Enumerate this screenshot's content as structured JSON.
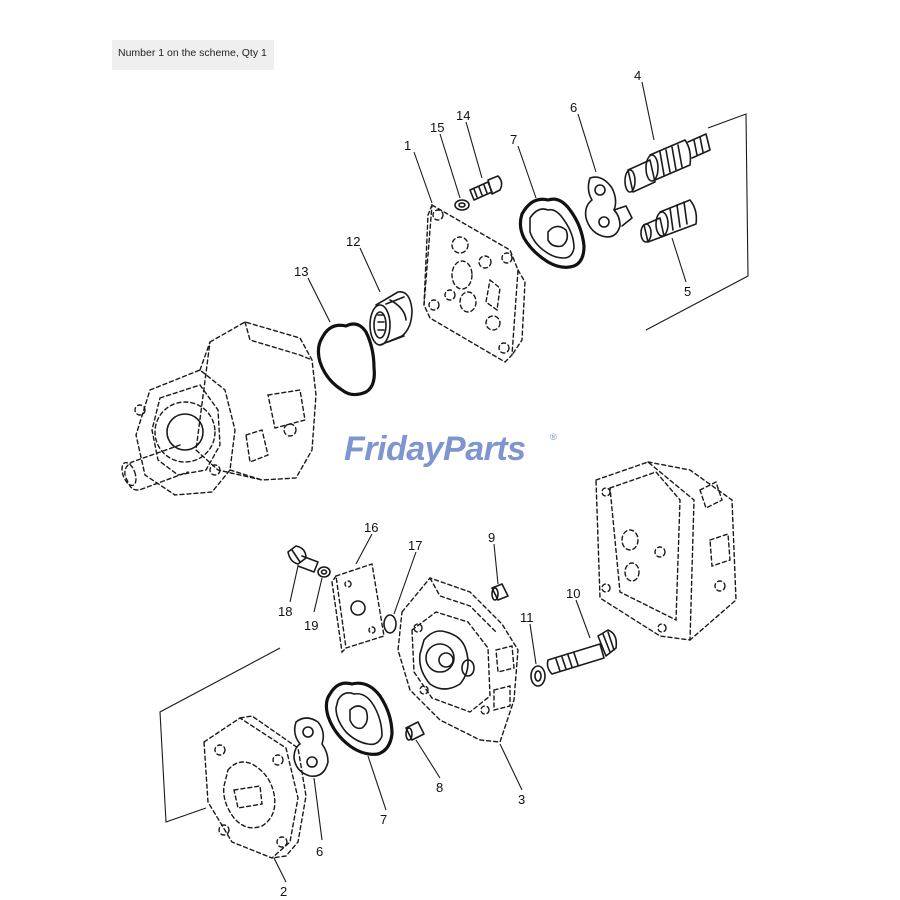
{
  "caption": {
    "text": "Number 1 on the scheme, Qty 1"
  },
  "watermark": {
    "text": "FridayParts",
    "registered_mark": "®",
    "color": "#7f95cf"
  },
  "callouts": {
    "c1": "1",
    "c2": "2",
    "c3": "3",
    "c4": "4",
    "c5": "5",
    "c6a": "6",
    "c6b": "6",
    "c7a": "7",
    "c7b": "7",
    "c8": "8",
    "c9": "9",
    "c10": "10",
    "c11": "11",
    "c12": "12",
    "c13": "13",
    "c14": "14",
    "c15": "15",
    "c16": "16",
    "c17": "17",
    "c18": "18",
    "c19": "19"
  }
}
